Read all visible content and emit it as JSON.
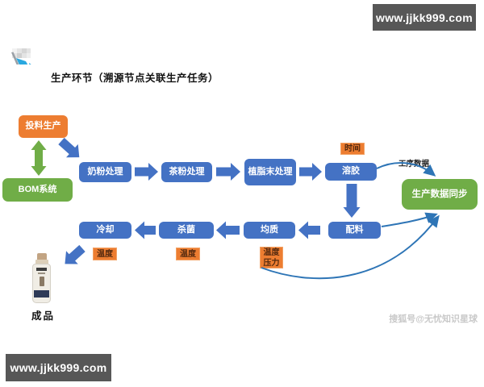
{
  "banners": {
    "top_right": "www.jjkk999.com",
    "bottom_left": "www.jjkk999.com"
  },
  "header": {
    "title": "生产环节（溯源节点关联生产任务）"
  },
  "colors": {
    "node_blue": "#4472C4",
    "node_green": "#70AD47",
    "node_orange": "#ED7D31",
    "connector_blue": "#2E75B6",
    "pen_icon_blue": "#29A8E0",
    "banner_bg": "#575757"
  },
  "flow": {
    "nodes": {
      "feed": {
        "label": "投料生产"
      },
      "bom": {
        "label": "BOM系统"
      },
      "milk": {
        "label": "奶粉处理"
      },
      "tea": {
        "label": "茶粉处理"
      },
      "creamer": {
        "label": "植脂末处理"
      },
      "sol": {
        "label": "溶胶"
      },
      "sync": {
        "label": "生产数据同步"
      },
      "batching": {
        "label": "配料"
      },
      "homogenization": {
        "label": "均质"
      },
      "sterilization": {
        "label": "杀菌"
      },
      "cooling": {
        "label": "冷却"
      }
    },
    "tags": {
      "time": "时间",
      "process_data": "工序数据",
      "temp_cooling": "温度",
      "temp_sterilization": "温度",
      "temp_homogenization": "温度",
      "pressure_homogenization": "压力"
    },
    "finished_product_label": "成品"
  },
  "watermark": "搜狐号@无忧知识星球"
}
